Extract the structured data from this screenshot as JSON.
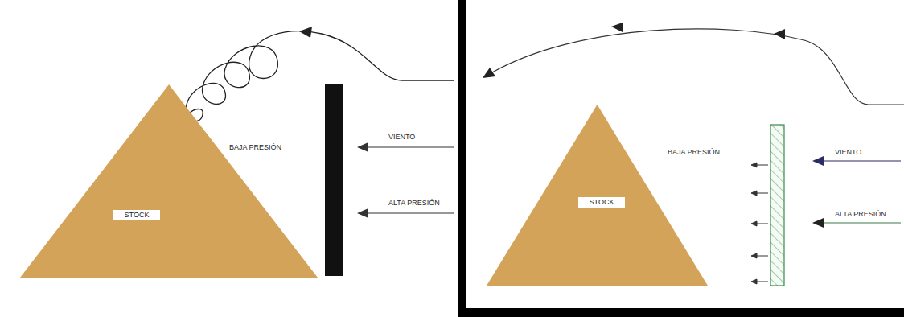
{
  "diagram": {
    "nodes": [
      {
        "text": [
          "STOCK"
        ]
      },
      {
        "text": [
          "STOCK"
        ]
      }
    ],
    "labels": [
      "BAJA PRESIÓN",
      "VIENTO",
      "ALTA PRESIÓN",
      "BAJA PRESIÓN",
      "VIENTO",
      "ALTA PRESIÓN"
    ]
  }
}
